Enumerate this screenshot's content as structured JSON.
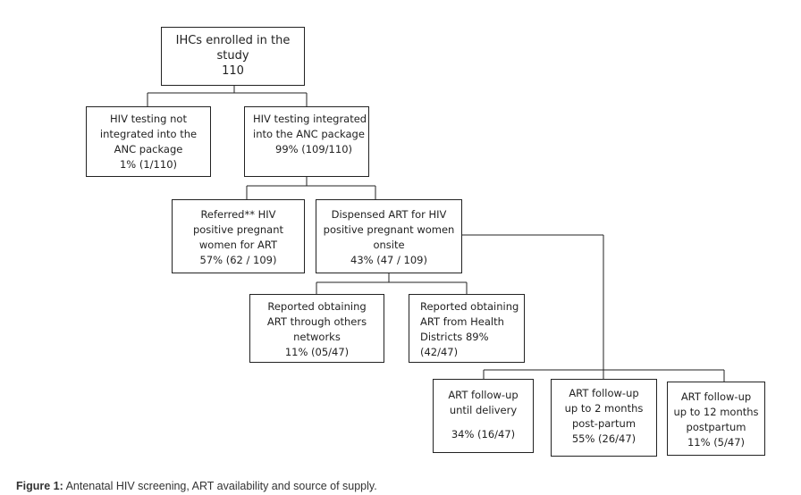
{
  "boxes": {
    "enrolled": "IHCs enrolled in the\nstudy\n110",
    "not_integrated": "HIV testing not\nintegrated into the\nANC package\n1% (1/110)",
    "integrated_label": "HIV testing integrated\ninto the ANC package",
    "integrated_value": "99% (109/110)",
    "referred": "Referred** HIV\npositive pregnant\nwomen for ART\n57% (62 / 109)",
    "dispensed": "Dispensed ART for HIV\npositive pregnant women\nonsite\n43% (47 / 109)",
    "other_networks": "Reported obtaining\nART through others\nnetworks\n11% (05/47)",
    "health_districts": "Reported obtaining\nART from Health\nDistricts 89%\n(42/47)",
    "followup_delivery_label": "ART follow-up\nuntil delivery",
    "followup_delivery_value": "34% (16/47)",
    "followup_2m": "ART follow-up\nup to 2 months\npost-partum\n55% (26/47)",
    "followup_12m": "ART follow-up\nup to 12 months\npostpartum\n11% (5/47)"
  },
  "caption": {
    "prefix": "Figure 1:",
    "text": " Antenatal HIV screening, ART availability and source of supply."
  }
}
